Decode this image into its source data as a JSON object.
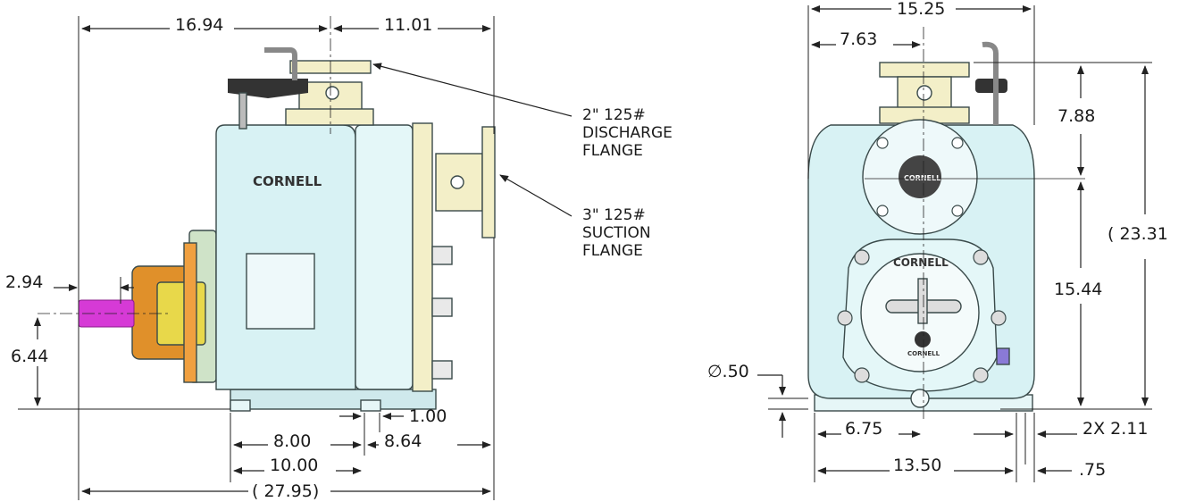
{
  "side_view": {
    "dims": {
      "overall_top_left": "16.94",
      "overall_top_right": "11.01",
      "shaft_length": "2.94",
      "shaft_height": "6.44",
      "foot_small": "1.00",
      "foot_spacing": "8.00",
      "foot_to_end": "8.64",
      "base_length": "10.00",
      "overall_length": "( 27.95)"
    },
    "logo": "CORNELL",
    "callouts": {
      "discharge": [
        "2\" 125#",
        "DISCHARGE",
        "FLANGE"
      ],
      "suction": [
        "3\" 125#",
        "SUCTION",
        "FLANGE"
      ]
    }
  },
  "front_view": {
    "dims": {
      "overall_width": "15.25",
      "half_width": "7.63",
      "discharge_height": "7.88",
      "suction_height": "15.44",
      "overall_height": "( 23.31",
      "hole_dia": "∅.50",
      "half_base": "6.75",
      "foot_width": "2X 2.11",
      "base_width": "13.50",
      "foot_edge": ".75"
    },
    "logo_top": "CORNELL",
    "logo_center": "CORNELL",
    "logo_small": "CORNELL"
  },
  "colors": {
    "pump_body": "#d8f2f4",
    "flange": "#f3efc8",
    "shaft": "#d63ad6",
    "coupling_orange": "#e0902a",
    "coupling_yellow": "#e8d84a"
  }
}
